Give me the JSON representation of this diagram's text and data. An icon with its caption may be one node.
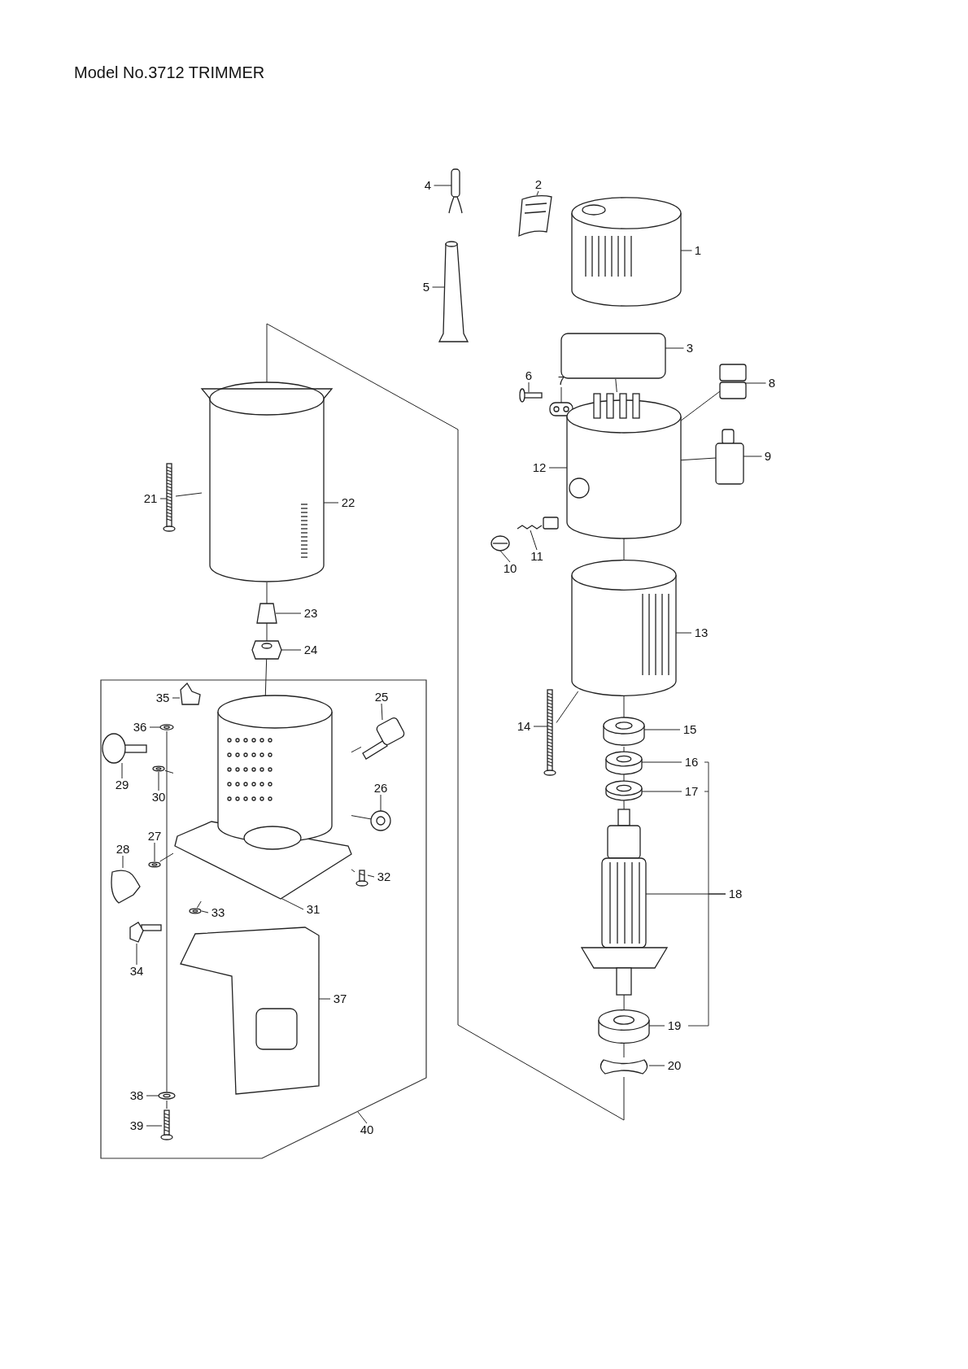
{
  "diagram": {
    "title": "Model No.3712 TRIMMER",
    "nodes": [
      {
        "text": [
          "1"
        ]
      },
      {
        "text": [
          "2"
        ]
      },
      {
        "text": [
          "3"
        ]
      },
      {
        "text": [
          "4"
        ]
      },
      {
        "text": [
          "5"
        ]
      },
      {
        "text": [
          "6"
        ]
      },
      {
        "text": [
          "7"
        ]
      },
      {
        "text": [
          "8"
        ]
      },
      {
        "text": [
          "9"
        ]
      },
      {
        "text": [
          "10"
        ]
      },
      {
        "text": [
          "11"
        ]
      },
      {
        "text": [
          "12"
        ]
      },
      {
        "text": [
          "13"
        ]
      },
      {
        "text": [
          "14"
        ]
      },
      {
        "text": [
          "15"
        ]
      },
      {
        "text": [
          "16"
        ]
      },
      {
        "text": [
          "17"
        ]
      },
      {
        "text": [
          "18"
        ]
      },
      {
        "text": [
          "19"
        ]
      },
      {
        "text": [
          "20"
        ]
      },
      {
        "text": [
          "21"
        ]
      },
      {
        "text": [
          "22"
        ]
      },
      {
        "text": [
          "23"
        ]
      },
      {
        "text": [
          "24"
        ]
      },
      {
        "text": [],
        "shape": "box"
      },
      {
        "text": [
          "25"
        ],
        "in": 24
      },
      {
        "text": [
          "26"
        ],
        "in": 24
      },
      {
        "text": [
          "27"
        ],
        "in": 24
      },
      {
        "text": [
          "28"
        ],
        "in": 24
      },
      {
        "text": [
          "29"
        ],
        "in": 24
      },
      {
        "text": [
          "30"
        ],
        "in": 24
      },
      {
        "text": [
          "31"
        ],
        "in": 24
      },
      {
        "text": [
          "32"
        ],
        "in": 24
      },
      {
        "text": [
          "33"
        ],
        "in": 24
      },
      {
        "text": [
          "34"
        ],
        "in": 24
      },
      {
        "text": [
          "35"
        ],
        "in": 24
      },
      {
        "text": [
          "36"
        ],
        "in": 24
      },
      {
        "text": [
          "37"
        ],
        "in": 24
      },
      {
        "text": [
          "38"
        ],
        "in": 24
      },
      {
        "text": [
          "39"
        ],
        "in": 24
      },
      {
        "text": [
          "40"
        ]
      },
      {
        "text": [],
        "shape": "picture"
      },
      {
        "text": [],
        "shape": "picture"
      },
      {
        "text": [],
        "shape": "picture"
      },
      {
        "text": [],
        "shape": "picture"
      },
      {
        "text": [],
        "shape": "picture"
      },
      {
        "text": [],
        "shape": "picture"
      },
      {
        "text": [],
        "shape": "picture"
      },
      {
        "text": [],
        "shape": "picture"
      },
      {
        "text": [],
        "shape": "picture"
      },
      {
        "text": [],
        "shape": "picture"
      },
      {
        "text": [],
        "shape": "picture"
      },
      {
        "text": [],
        "shape": "picture"
      },
      {
        "text": [],
        "shape": "picture"
      },
      {
        "text": [],
        "shape": "picture"
      },
      {
        "text": [],
        "shape": "picture"
      },
      {
        "text": [],
        "shape": "picture"
      },
      {
        "text": [],
        "shape": "picture"
      },
      {
        "text": [],
        "shape": "picture"
      },
      {
        "text": [],
        "shape": "picture"
      },
      {
        "text": [],
        "shape": "picture"
      },
      {
        "text": [],
        "shape": "picture"
      },
      {
        "text": [],
        "shape": "picture"
      },
      {
        "text": [],
        "shape": "picture"
      },
      {
        "text": [],
        "shape": "picture"
      },
      {
        "text": [],
        "shape": "picture",
        "in": 24
      },
      {
        "text": [],
        "shape": "picture",
        "in": 24
      },
      {
        "text": [],
        "shape": "picture",
        "in": 24
      },
      {
        "text": [],
        "shape": "picture",
        "in": 24
      },
      {
        "text": [],
        "shape": "picture",
        "in": 24
      },
      {
        "text": [],
        "shape": "picture",
        "in": 24
      },
      {
        "text": [],
        "shape": "picture",
        "in": 24
      },
      {
        "text": [],
        "shape": "picture",
        "in": 24
      },
      {
        "text": [],
        "shape": "picture",
        "in": 24
      },
      {
        "text": [],
        "shape": "picture",
        "in": 24
      },
      {
        "text": [],
        "shape": "picture",
        "in": 24
      },
      {
        "text": [],
        "shape": "picture",
        "in": 24
      },
      {
        "text": [],
        "shape": "picture",
        "in": 24
      },
      {
        "text": [],
        "shape": "picture",
        "in": 24
      },
      {
        "text": [],
        "shape": "picture",
        "in": 24
      }
    ],
    "edges": [
      {
        "from": 0,
        "to": 41,
        "arrow": "none"
      },
      {
        "from": 1,
        "to": 42,
        "arrow": "none"
      },
      {
        "from": 2,
        "to": 43,
        "arrow": "none"
      },
      {
        "from": 3,
        "to": 44,
        "arrow": "none"
      },
      {
        "from": 4,
        "to": 45,
        "arrow": "none"
      },
      {
        "from": 5,
        "to": 46,
        "arrow": "none"
      },
      {
        "from": 6,
        "to": 47,
        "arrow": "none"
      },
      {
        "from": 7,
        "to": 48,
        "arrow": "none"
      },
      {
        "from": 8,
        "to": 49,
        "arrow": "none"
      },
      {
        "from": 9,
        "to": 50,
        "arrow": "none"
      },
      {
        "from": 10,
        "to": 51,
        "arrow": "none"
      },
      {
        "from": 11,
        "to": 52,
        "arrow": "none"
      },
      {
        "from": 12,
        "to": 53,
        "arrow": "none"
      },
      {
        "from": 13,
        "to": 54,
        "arrow": "none"
      },
      {
        "from": 14,
        "to": 55,
        "arrow": "none"
      },
      {
        "from": 15,
        "to": 56,
        "arrow": "none"
      },
      {
        "from": 16,
        "to": 57,
        "arrow": "none"
      },
      {
        "from": 17,
        "to": 58,
        "arrow": "none"
      },
      {
        "from": 18,
        "to": 59,
        "arrow": "none"
      },
      {
        "from": 19,
        "to": 60,
        "arrow": "none"
      },
      {
        "from": 20,
        "to": 61,
        "arrow": "none"
      },
      {
        "from": 21,
        "to": 62,
        "arrow": "none"
      },
      {
        "from": 22,
        "to": 63,
        "arrow": "none"
      },
      {
        "from": 23,
        "to": 64,
        "arrow": "none"
      },
      {
        "from": 25,
        "to": 65,
        "arrow": "none"
      },
      {
        "from": 26,
        "to": 66,
        "arrow": "none"
      },
      {
        "from": 27,
        "to": 67,
        "arrow": "none"
      },
      {
        "from": 28,
        "to": 68,
        "arrow": "none"
      },
      {
        "from": 29,
        "to": 69,
        "arrow": "none"
      },
      {
        "from": 30,
        "to": 70,
        "arrow": "none"
      },
      {
        "from": 31,
        "to": 71,
        "arrow": "none"
      },
      {
        "from": 32,
        "to": 72,
        "arrow": "none"
      },
      {
        "from": 33,
        "to": 73,
        "arrow": "none"
      },
      {
        "from": 34,
        "to": 74,
        "arrow": "none"
      },
      {
        "from": 35,
        "to": 75,
        "arrow": "none"
      },
      {
        "from": 36,
        "to": 76,
        "arrow": "none"
      },
      {
        "from": 37,
        "to": 77,
        "arrow": "none"
      },
      {
        "from": 38,
        "to": 78,
        "arrow": "none"
      },
      {
        "from": 39,
        "to": 79,
        "arrow": "none"
      },
      {
        "from": 40,
        "to": 24,
        "arrow": "none"
      },
      {
        "from": 43,
        "to": 52,
        "arrow": "none"
      },
      {
        "from": 48,
        "to": 52,
        "arrow": "none"
      },
      {
        "from": 49,
        "to": 52,
        "arrow": "none"
      },
      {
        "from": 52,
        "to": 53,
        "arrow": "none"
      },
      {
        "from": 54,
        "to": 53,
        "arrow": "none"
      },
      {
        "from": 53,
        "to": 55,
        "arrow": "none"
      },
      {
        "from": 55,
        "to": 56,
        "arrow": "none"
      },
      {
        "from": 56,
        "to": 57,
        "arrow": "none"
      },
      {
        "from": 57,
        "to": 58,
        "arrow": "none"
      },
      {
        "from": 58,
        "to": 59,
        "arrow": "none"
      },
      {
        "from": 59,
        "to": 60,
        "arrow": "none"
      },
      {
        "from": 61,
        "to": 62,
        "arrow": "none"
      },
      {
        "from": 62,
        "to": 63,
        "arrow": "none"
      },
      {
        "from": 63,
        "to": 64,
        "arrow": "none"
      },
      {
        "from": 64,
        "to": 71,
        "arrow": "none"
      },
      {
        "from": 65,
        "to": 71,
        "arrow": "none"
      },
      {
        "from": 66,
        "to": 71,
        "arrow": "none"
      },
      {
        "from": 67,
        "to": 71,
        "arrow": "none"
      },
      {
        "from": 70,
        "to": 71,
        "arrow": "none"
      },
      {
        "from": 72,
        "to": 71,
        "arrow": "none"
      },
      {
        "from": 73,
        "to": 71,
        "arrow": "none"
      },
      {
        "from": 76,
        "to": 78,
        "arrow": "none"
      },
      {
        "from": 78,
        "to": 79,
        "arrow": "none"
      },
      {
        "from": 62,
        "to": 60,
        "arrow": "none"
      }
    ]
  }
}
